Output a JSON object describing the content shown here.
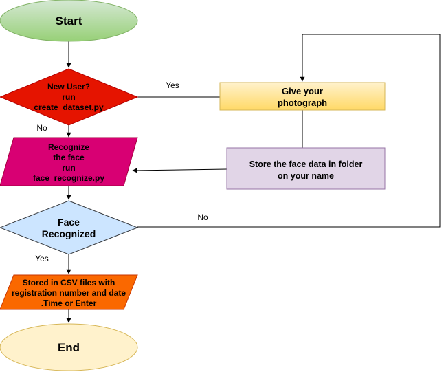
{
  "nodes": {
    "start": {
      "label": "Start",
      "fill": "#d5e8d4",
      "fill_dark": "#97d077",
      "stroke": "#82b366"
    },
    "new_user": {
      "lines": [
        "New User?",
        "run",
        "create_dataset.py"
      ],
      "fill": "#e51400",
      "stroke": "#b20000"
    },
    "give_photo": {
      "lines": [
        "Give your",
        "photograph"
      ],
      "fill": "#fff2cc",
      "fill_dark": "#ffd966",
      "stroke": "#d6b656"
    },
    "store_face": {
      "lines": [
        "Store the face data in folder",
        "on your name"
      ],
      "fill": "#e1d5e7",
      "stroke": "#9673a6"
    },
    "recognize": {
      "lines": [
        "Recognize",
        "the face",
        "run",
        "face_recognize.py"
      ],
      "fill": "#d80073",
      "stroke": "#a50040"
    },
    "face_recognized": {
      "lines": [
        "Face",
        "Recognized"
      ],
      "fill": "#cce5ff",
      "stroke": "#36393d"
    },
    "stored_csv": {
      "lines": [
        "Stored in CSV files with",
        "registration number and date",
        ".Time or Enter"
      ],
      "fill": "#fa6800",
      "stroke": "#c73500"
    },
    "end": {
      "label": "End",
      "fill": "#fff2cc",
      "stroke": "#d6b656"
    }
  },
  "edge_labels": {
    "yes_new_user": "Yes",
    "no_new_user": "No",
    "no_recognized": "No",
    "yes_recognized": "Yes"
  },
  "colors": {
    "line": "#000000",
    "text": "#000000"
  }
}
